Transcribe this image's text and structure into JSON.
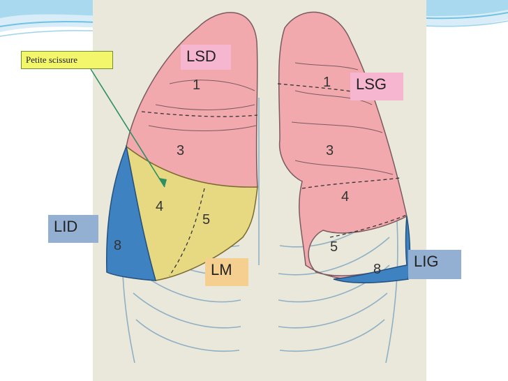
{
  "callout": {
    "text": "Petite scissure"
  },
  "labels": {
    "lsd": "LSD",
    "lsg": "LSG",
    "lid": "LID",
    "lig": "LIG",
    "lm": "LM"
  },
  "segments": {
    "right": [
      "1",
      "3",
      "4",
      "5",
      "8"
    ],
    "left": [
      "1",
      "3",
      "4",
      "5",
      "8"
    ]
  },
  "colors": {
    "upper_lobe": "#f2a9ad",
    "middle_lobe": "#e7d982",
    "lower_lobe": "#3f82c2",
    "slide_accent": "#6fc1e6"
  }
}
